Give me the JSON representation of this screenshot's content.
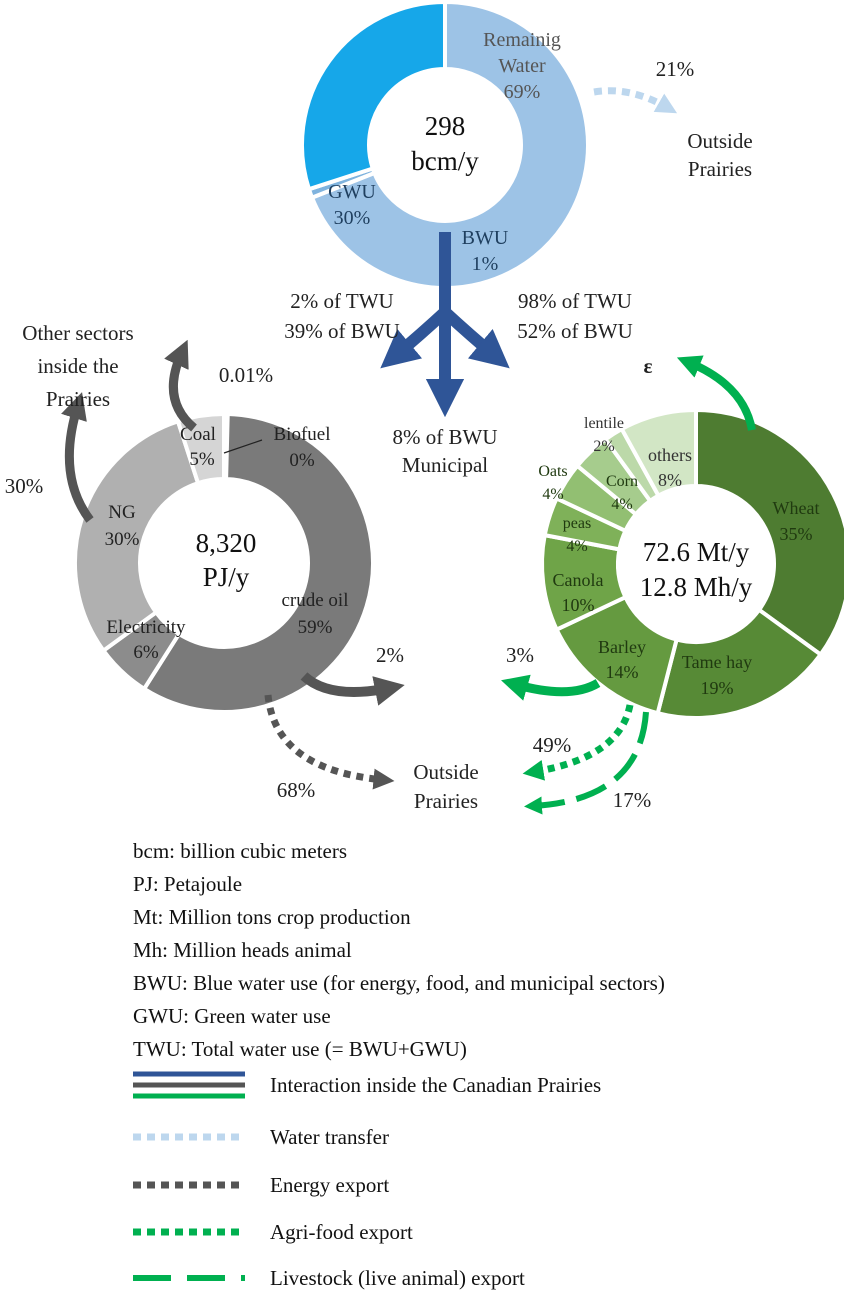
{
  "water": {
    "center_line1": "298",
    "center_line2": "bcm/y",
    "segments": [
      {
        "label": "Remainig",
        "label2": "Water",
        "pct": "69%",
        "value": 69,
        "color": "#9dc3e6"
      },
      {
        "label": "BWU",
        "label2": "",
        "pct": "1%",
        "value": 1,
        "color": "#7fb3de"
      },
      {
        "label": "GWU",
        "label2": "",
        "pct": "30%",
        "value": 30,
        "color": "#16a7e9"
      }
    ],
    "transfer_pct": "21%",
    "outside_line1": "Outside",
    "outside_line2": "Prairies"
  },
  "flows": {
    "left_line1": "2% of TWU",
    "left_line2": "39% of BWU",
    "right_line1": "98% of TWU",
    "right_line2": "52% of BWU",
    "municipal_line1": "8% of BWU",
    "municipal_line2": "Municipal",
    "arrow_color": "#2f5597"
  },
  "energy": {
    "center_line1": "8,320",
    "center_line2": "PJ/y",
    "segments": [
      {
        "label": "Biofuel",
        "pct": "0%",
        "value": 0.4,
        "color": "#7a7a7a"
      },
      {
        "label": "crude oil",
        "pct": "59%",
        "value": 58.6,
        "color": "#7a7a7a"
      },
      {
        "label": "Electricity",
        "pct": "6%",
        "value": 6,
        "color": "#8c8c8c"
      },
      {
        "label": "NG",
        "pct": "30%",
        "value": 30,
        "color": "#b0b0b0"
      },
      {
        "label": "Coal",
        "pct": "5%",
        "value": 5,
        "color": "#d5d5d5"
      }
    ],
    "other_sectors_line1": "Other sectors",
    "other_sectors_line2": "inside the",
    "other_sectors_line3": "Prairies",
    "coal_flow_pct": "0.01%",
    "ng_flow_pct": "30%",
    "oil_flow_pct": "2%",
    "export_pct": "68%"
  },
  "agri": {
    "center_line1": "72.6 Mt/y",
    "center_line2": "12.8 Mh/y",
    "segments": [
      {
        "label": "Wheat",
        "pct": "35%",
        "value": 35,
        "color": "#4e7c31"
      },
      {
        "label": "Tame hay",
        "pct": "19%",
        "value": 19,
        "color": "#578a36"
      },
      {
        "label": "Barley",
        "pct": "14%",
        "value": 14,
        "color": "#659a40"
      },
      {
        "label": "Canola",
        "pct": "10%",
        "value": 10,
        "color": "#6fa448"
      },
      {
        "label": "peas",
        "pct": "4%",
        "value": 4,
        "color": "#7fb159"
      },
      {
        "label": "Oats",
        "pct": "4%",
        "value": 4,
        "color": "#92bf72"
      },
      {
        "label": "Corn",
        "pct": "4%",
        "value": 4,
        "color": "#a6cc8d"
      },
      {
        "label": "lentile",
        "pct": "2%",
        "value": 2,
        "color": "#bcd9a9"
      },
      {
        "label": "others",
        "pct": "8%",
        "value": 8,
        "color": "#d2e6c5"
      }
    ],
    "epsilon": "ε",
    "barley_flow_pct": "3%",
    "agrifood_export_pct": "49%",
    "livestock_export_pct": "17%",
    "outside_line1": "Outside",
    "outside_line2": "Prairies"
  },
  "definitions": [
    "bcm: billion cubic meters",
    "PJ: Petajoule",
    "Mt: Million tons crop production",
    "Mh: Million heads animal",
    "BWU: Blue water use (for energy, food, and municipal sectors)",
    "GWU: Green water use",
    "TWU: Total water use (= BWU+GWU)"
  ],
  "legend": [
    {
      "label": "Interaction inside the Canadian Prairies"
    },
    {
      "label": "Water transfer"
    },
    {
      "label": "Energy export"
    },
    {
      "label": "Agri-food export"
    },
    {
      "label": "Livestock (live animal) export"
    }
  ],
  "colors": {
    "blue": "#2f5597",
    "dark_gray": "#555555",
    "green": "#00b050",
    "light_blue": "#bdd7ee"
  }
}
